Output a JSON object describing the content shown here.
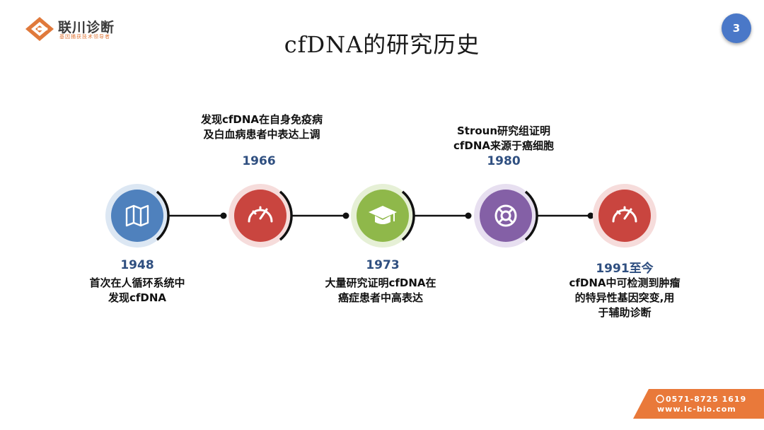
{
  "logo": {
    "name": "联川诊断",
    "tagline": "基因捕获技术领导者"
  },
  "page_number": "3",
  "title": "cfDNA的研究历史",
  "milestones": [
    {
      "year": "1948",
      "lines": [
        "首次在人循环系统中",
        "发现cfDNA"
      ],
      "position": "below",
      "color": "#4f81bd",
      "icon": "map-icon"
    },
    {
      "year": "1966",
      "lines": [
        "发现cfDNA在自身免疫病",
        "及白血病患者中表达上调"
      ],
      "position": "above",
      "color": "#c9453f",
      "icon": "gauge-icon"
    },
    {
      "year": "1973",
      "lines": [
        "大量研究证明cfDNA在",
        "癌症患者中高表达"
      ],
      "position": "below",
      "color": "#8fb84a",
      "icon": "graduation-cap-icon"
    },
    {
      "year": "1980",
      "lines": [
        "Stroun研究组证明",
        "cfDNA来源于癌细胞"
      ],
      "position": "above",
      "color": "#8460a6",
      "icon": "lifebuoy-icon"
    },
    {
      "year": "1991至今",
      "lines": [
        "cfDNA中可检测到肿瘤",
        "的特异性基因突变,用",
        "于辅助诊断"
      ],
      "position": "below",
      "color": "#c9453f",
      "icon": "gauge-icon"
    }
  ],
  "footer": {
    "phone": "0571-8725 1619",
    "website": "www.lc-bio.com"
  }
}
